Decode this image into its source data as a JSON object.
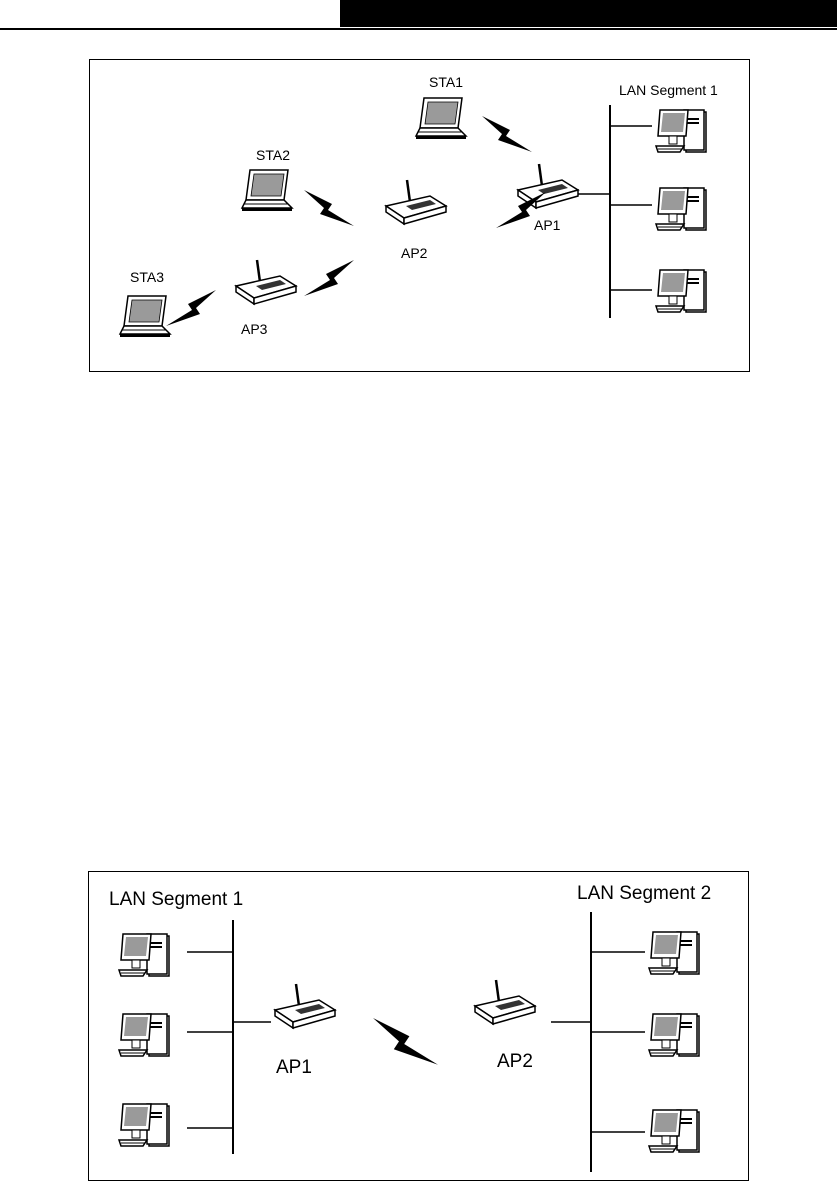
{
  "figure1": {
    "stations": [
      "STA1",
      "STA2",
      "STA3"
    ],
    "access_points": [
      "AP1",
      "AP2",
      "AP3"
    ],
    "lan_segment": "LAN Segment 1"
  },
  "figure2": {
    "lan_segment_left": "LAN Segment 1",
    "lan_segment_right": "LAN Segment 2",
    "access_points": [
      "AP1",
      "AP2"
    ]
  }
}
